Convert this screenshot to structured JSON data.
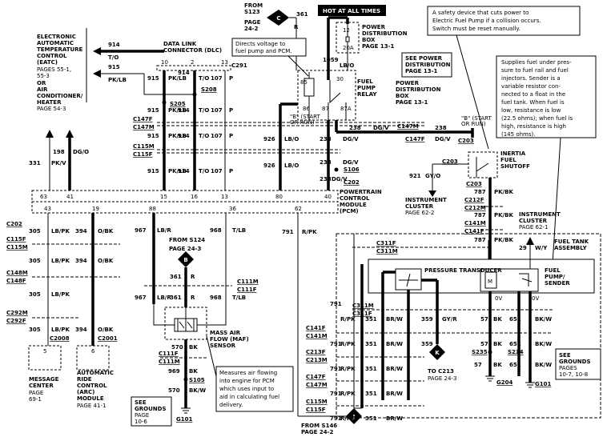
{
  "hot": "HOT AT ALL TIMES",
  "from_s123": [
    "FROM",
    "S123",
    "PAGE",
    "24-2"
  ],
  "c_letter": "C",
  "k_letter": "K",
  "j_letter": "J",
  "b_letter": "B",
  "wire_361": "361",
  "wire_R": "R",
  "pdb": [
    "POWER",
    "DISTRIBUTION",
    "BOX",
    "PAGE  13-1"
  ],
  "fuse": [
    "12",
    "20A"
  ],
  "w1059": "1059",
  "lbo": "LB/O",
  "see_pdb": [
    "SEE  POWER",
    "DISTRIBUTION",
    "PAGE  13-1"
  ],
  "inertia_note": [
    "A safety device that cuts power to",
    "Electric Fuel Pump if a collision occurs.",
    "Switch must be reset manually."
  ],
  "relay_note": [
    "Directs voltage to",
    "fuel pump and PCM."
  ],
  "sender_note": [
    "Supplies fuel under pres-",
    "sure to fuel rail and fuel",
    "injectors. Sender is a",
    "variable resistor con-",
    "nected to a float in the",
    "fuel tank. When fuel is",
    "low, resistance is low",
    "(22.5 ohms); when fuel is",
    "high, resistance is high",
    "(145 ohms)."
  ],
  "maf_note": [
    "Measures air flowing",
    "into engine for PCM",
    "which uses input to",
    "aid in calculating fuel",
    "delivery."
  ],
  "eatc": [
    "ELECTRONIC",
    "AUTOMATIC",
    "TEMPERATURE",
    "CONTROL",
    "(EATC)",
    "PAGES  55-1,",
    "55-3",
    "OR",
    "AIR",
    "CONDITIONER/",
    "HEATER",
    "PAGE  54-3"
  ],
  "dlc": [
    "DATA LINK",
    "CONNECTOR (DLC)"
  ],
  "fuel_pump_relay": [
    "FUEL",
    "PUMP",
    "RELAY"
  ],
  "pdb2": [
    "POWER",
    "DISTRIBUTION",
    "BOX",
    "PAGE  13-1"
  ],
  "relay_pins": [
    "85",
    "30",
    "86",
    "87",
    "87A"
  ],
  "start_run": [
    "\"B\" (START",
    "OR RUN)"
  ],
  "start_run2": [
    "\"B\" (START",
    "OR RUN)"
  ],
  "inertia": [
    "INERTIA",
    "FUEL",
    "SHUTOFF"
  ],
  "instr1": [
    "INSTRUMENT",
    "CLUSTER",
    "PAGE  62-2"
  ],
  "instr2": [
    "INSTRUMENT",
    "CLUSTER",
    "PAGE  62-1"
  ],
  "tank": [
    "FUEL TANK",
    "ASSEMBLY"
  ],
  "pcm": [
    "POWERTRAIN",
    "CONTROL",
    "MODULE",
    "(PCM)"
  ],
  "pcm_pins": [
    "63",
    "41",
    "15",
    "16",
    "13",
    "80",
    "40",
    "43",
    "19",
    "88",
    "36",
    "62"
  ],
  "dlc_pins": [
    "10",
    "2",
    "13"
  ],
  "from_s124": [
    "FROM  S124",
    "PAGE  24-3"
  ],
  "maf": [
    "MASS AIR",
    "FLOW (MAF)",
    "SENSOR"
  ],
  "pt": "PRESSURE TRANSDUCER",
  "fps": [
    "FUEL",
    "PUMP/",
    "SENDER"
  ],
  "msg_center": [
    "MESSAGE",
    "CENTER",
    "PAGE",
    "69-1"
  ],
  "arc": [
    "AUTOMATIC",
    "RIDE",
    "CONTROL",
    "(ARC)",
    "MODULE",
    "PAGE  41-1"
  ],
  "see_grounds1": [
    "SEE",
    "GROUNDS",
    "PAGE",
    "10-6"
  ],
  "see_grounds2": [
    "SEE",
    "GROUNDS",
    "PAGES",
    "10-7,  10-8"
  ],
  "to_c213": [
    "TO C213",
    "PAGE  24-3"
  ],
  "from_s146": [
    "FROM  S146",
    "PAGE  24-2"
  ],
  "grounds": [
    "G101",
    "G204",
    "G101"
  ],
  "labels": {
    "w914": "914",
    "to": "T/O",
    "w915": "915",
    "pklb": "PK/LB",
    "w107": "107",
    "p": "P",
    "w926": "926",
    "lbo": "LB/O",
    "w238": "238",
    "dgv": "DG/V",
    "w198": "198",
    "dgo": "DG/O",
    "w331": "331",
    "pkv": "PK/V",
    "w921": "921",
    "gvo": "GY/O",
    "w787": "787",
    "pkbk": "PK/BK",
    "w29": "29",
    "ww": "W/Y",
    "w305": "305",
    "lbpk": "LB/PK",
    "w394": "394",
    "obk": "O/BK",
    "w967": "967",
    "lbr": "LB/R",
    "w968": "968",
    "tlb": "T/LB",
    "w791": "791",
    "rpk": "R/PK",
    "w351": "351",
    "brw": "BR/W",
    "w359": "359",
    "gyr": "GY/R",
    "w57": "57",
    "bk": "BK",
    "w651": "651",
    "bkw": "BK/W",
    "w969": "969",
    "w570": "570"
  },
  "conn": {
    "C291": "C291",
    "S208": "S208",
    "S205": "S205",
    "C147F": "C147F",
    "C147M": "C147M",
    "C115M": "C115M",
    "C115F": "C115F",
    "C202": "C202",
    "S106": "S106",
    "C203": "C203",
    "C212F": "C212F",
    "C212M": "C212M",
    "C141M": "C141M",
    "C141F": "C141F",
    "C148M": "C148M",
    "C148F": "C148F",
    "C292M": "C292M",
    "C292F": "C292F",
    "C2008": "C2008",
    "C2001": "C2001",
    "C111M": "C111M",
    "C111F": "C111F",
    "S105": "S105",
    "C311F": "C311F",
    "C311M": "C311M",
    "C213F": "C213F",
    "C213M": "C213M",
    "S235": "S235",
    "S234": "S234",
    "ov": "0V"
  }
}
